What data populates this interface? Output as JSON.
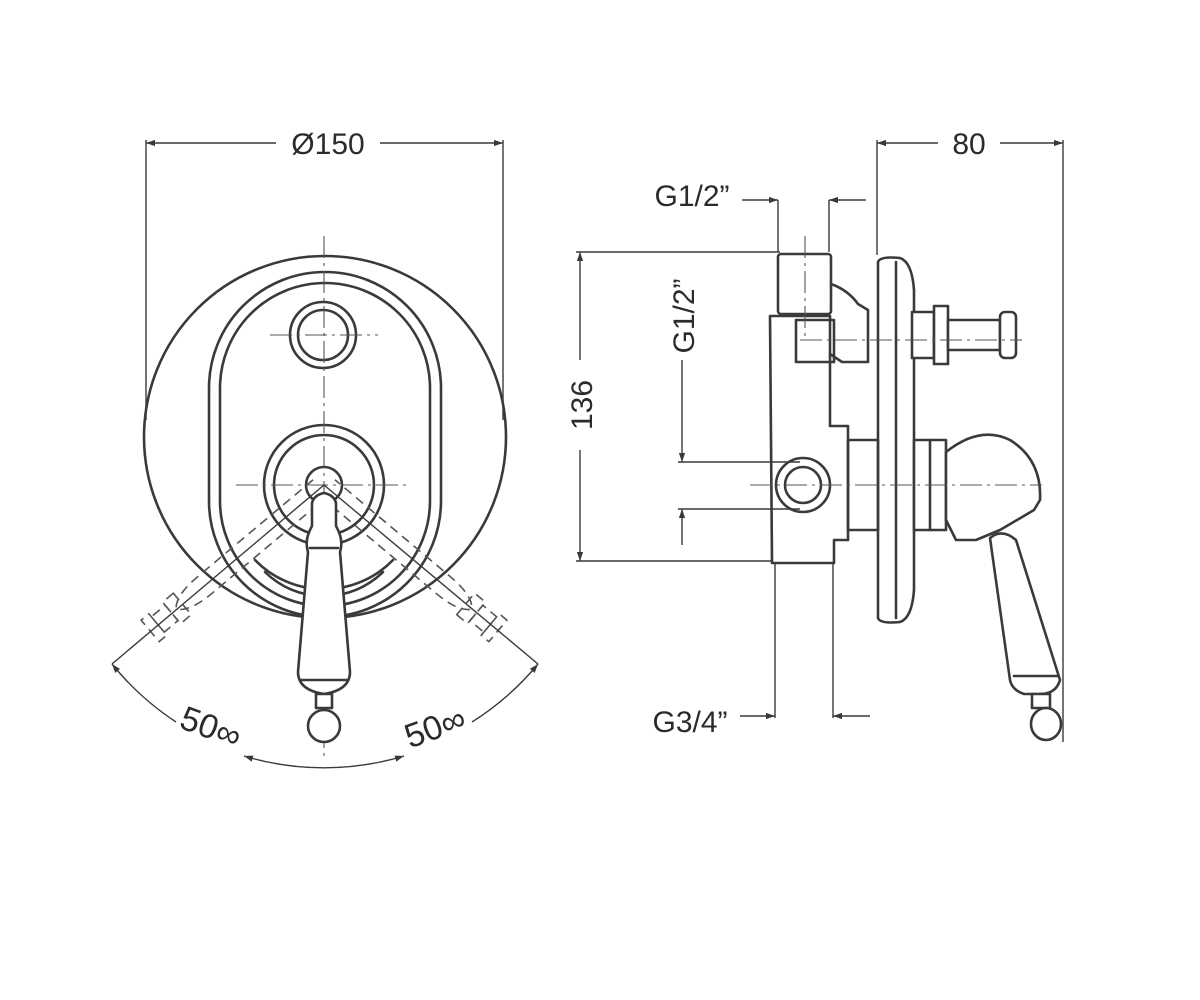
{
  "front_view": {
    "diameter_label": "Ø150",
    "angle_left_label": "50∞",
    "angle_right_label": "50∞"
  },
  "side_view": {
    "depth_label": "80",
    "height_label": "136",
    "top_connection_label": "G1/2”",
    "side_connection_label": "G1/2”",
    "bottom_connection_label": "G3/4”"
  },
  "colors": {
    "line": "#3a3a3a",
    "text": "#2b2b2b",
    "background": "#ffffff"
  }
}
